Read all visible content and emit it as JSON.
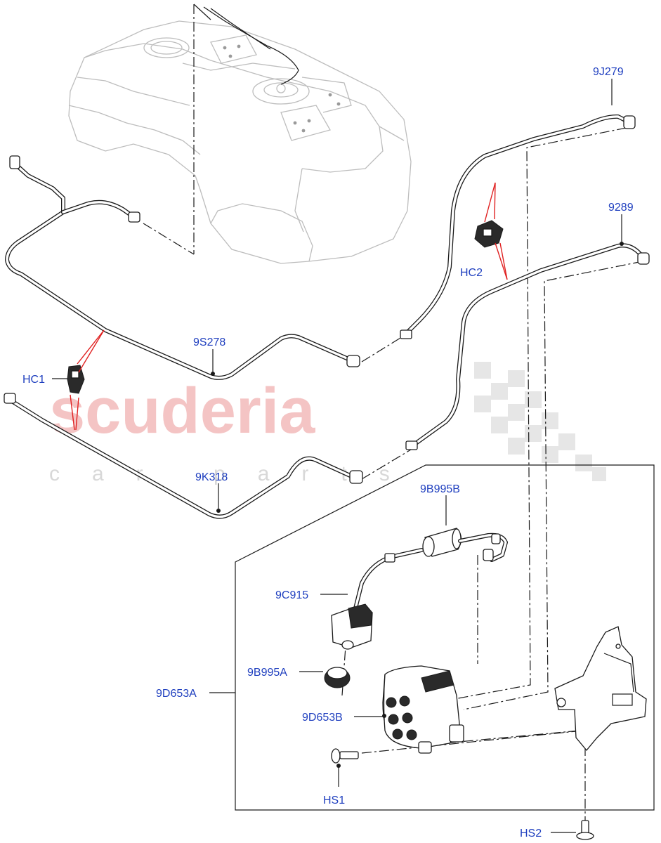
{
  "watermark": {
    "brand": "scuderia",
    "sub": "car parts"
  },
  "labels": {
    "9J279": "9J279",
    "9289": "9289",
    "HC2": "HC2",
    "9S278": "9S278",
    "HC1": "HC1",
    "9K318": "9K318",
    "9B995B": "9B995B",
    "9C915": "9C915",
    "9B995A": "9B995A",
    "9D653A": "9D653A",
    "9D653B": "9D653B",
    "HS1": "HS1",
    "HS2": "HS2"
  },
  "colors": {
    "label": "#1f3fbf",
    "callout_red": "#e02020",
    "watermark_red": "#f4c4c4",
    "watermark_grey": "#d8d8d8"
  }
}
